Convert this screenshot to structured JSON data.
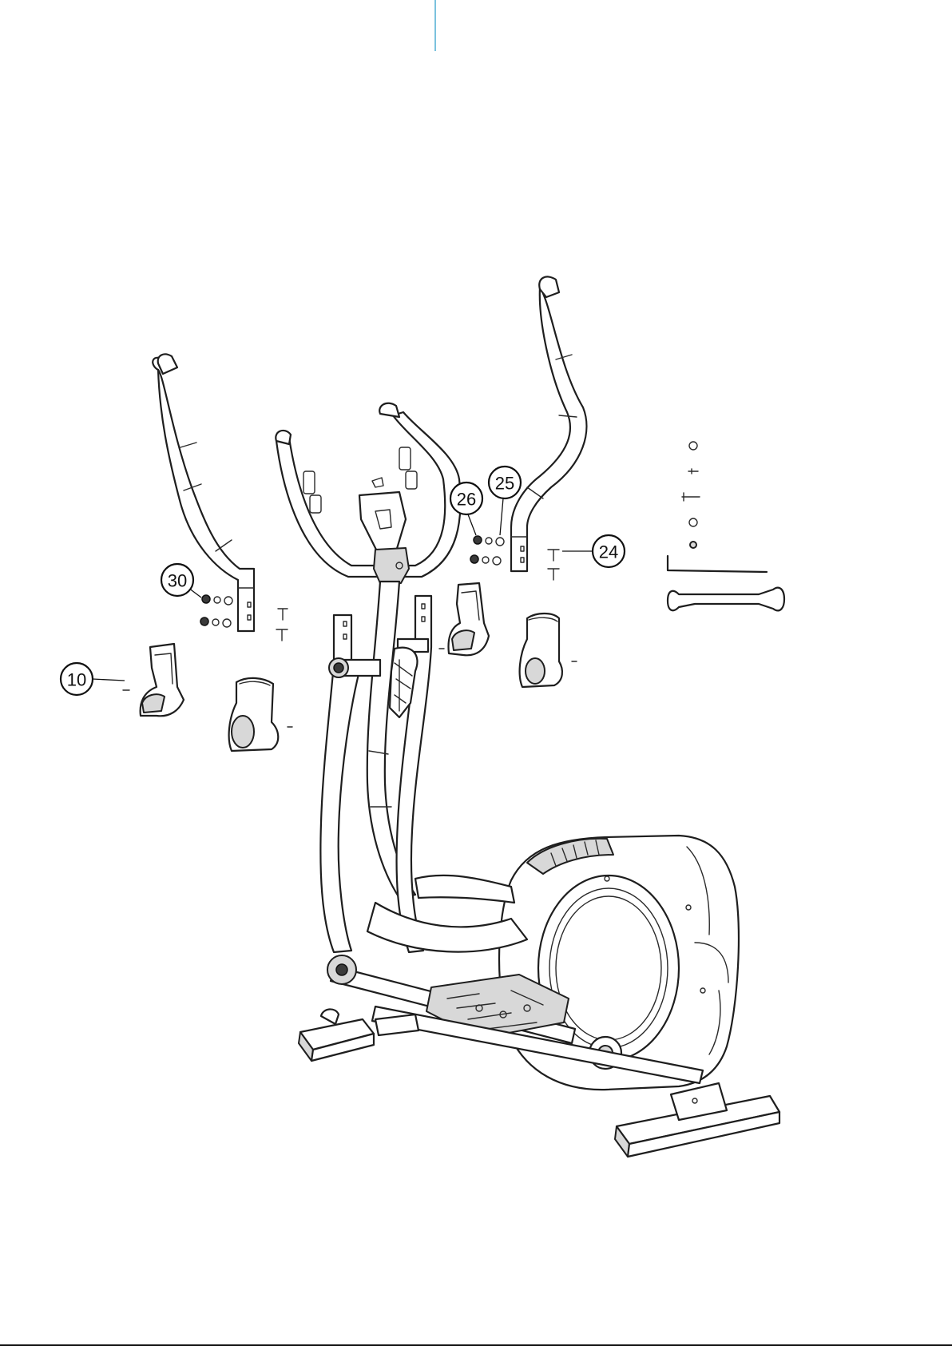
{
  "diagram": {
    "callouts": [
      {
        "id": "10",
        "label": "10"
      },
      {
        "id": "24",
        "label": "24"
      },
      {
        "id": "25",
        "label": "25"
      },
      {
        "id": "26",
        "label": "26"
      },
      {
        "id": "30",
        "label": "30"
      }
    ]
  },
  "colors": {
    "accent_line": "#5ab3d6",
    "ink": "#1e1e1e"
  }
}
